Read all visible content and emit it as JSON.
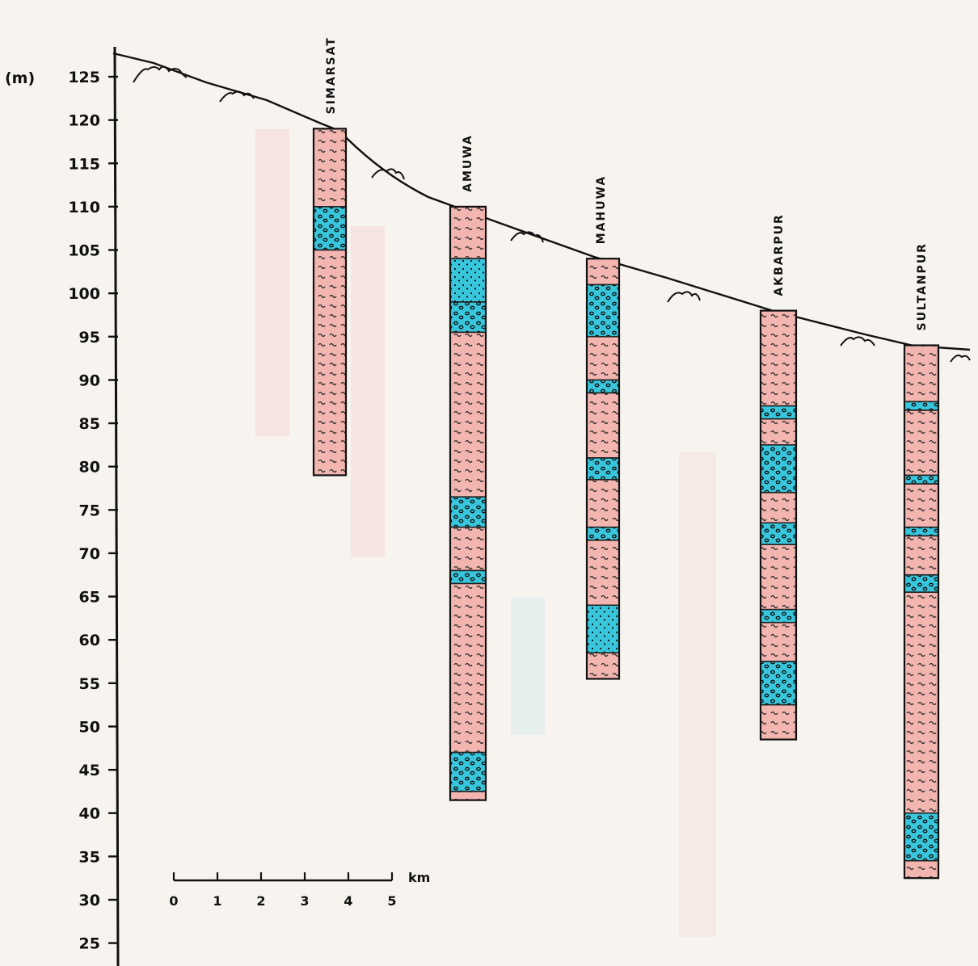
{
  "y_axis": {
    "unit": "(m)",
    "ticks": [
      125,
      120,
      115,
      110,
      105,
      100,
      95,
      90,
      85,
      80,
      75,
      70,
      65,
      60,
      55,
      50,
      45,
      40,
      35,
      30,
      25
    ]
  },
  "colors": {
    "clay": "#f2b5b0",
    "sand": "#38c6dc",
    "outline": "#222222",
    "background": "#f7f4ef"
  },
  "wells": [
    {
      "name": "SIMARSAT",
      "layers": [
        {
          "from": 119,
          "to": 110,
          "type": "clay"
        },
        {
          "from": 110,
          "to": 105,
          "type": "gravel"
        },
        {
          "from": 105,
          "to": 79,
          "type": "clay"
        }
      ]
    },
    {
      "name": "AMUWA",
      "layers": [
        {
          "from": 110,
          "to": 104,
          "type": "clay"
        },
        {
          "from": 104,
          "to": 99,
          "type": "sand"
        },
        {
          "from": 99,
          "to": 95.5,
          "type": "gravel"
        },
        {
          "from": 95.5,
          "to": 76.5,
          "type": "clay"
        },
        {
          "from": 76.5,
          "to": 73,
          "type": "gravel"
        },
        {
          "from": 73,
          "to": 68,
          "type": "clay"
        },
        {
          "from": 68,
          "to": 66.5,
          "type": "gravel"
        },
        {
          "from": 66.5,
          "to": 47,
          "type": "clay"
        },
        {
          "from": 47,
          "to": 42.5,
          "type": "gravel"
        },
        {
          "from": 42.5,
          "to": 41.5,
          "type": "clay"
        }
      ]
    },
    {
      "name": "MAHUWA",
      "layers": [
        {
          "from": 104,
          "to": 101,
          "type": "clay"
        },
        {
          "from": 101,
          "to": 95,
          "type": "gravel"
        },
        {
          "from": 95,
          "to": 90,
          "type": "clay"
        },
        {
          "from": 90,
          "to": 88.5,
          "type": "gravel"
        },
        {
          "from": 88.5,
          "to": 81,
          "type": "clay"
        },
        {
          "from": 81,
          "to": 78.5,
          "type": "gravel"
        },
        {
          "from": 78.5,
          "to": 73,
          "type": "clay"
        },
        {
          "from": 73,
          "to": 71.5,
          "type": "gravel"
        },
        {
          "from": 71.5,
          "to": 64,
          "type": "clay"
        },
        {
          "from": 64,
          "to": 58.5,
          "type": "sand"
        },
        {
          "from": 58.5,
          "to": 55.5,
          "type": "clay"
        }
      ]
    },
    {
      "name": "AKBARPUR",
      "layers": [
        {
          "from": 98,
          "to": 87,
          "type": "clay"
        },
        {
          "from": 87,
          "to": 85.5,
          "type": "gravel"
        },
        {
          "from": 85.5,
          "to": 82.5,
          "type": "clay"
        },
        {
          "from": 82.5,
          "to": 77,
          "type": "gravel"
        },
        {
          "from": 77,
          "to": 73.5,
          "type": "clay"
        },
        {
          "from": 73.5,
          "to": 71,
          "type": "gravel"
        },
        {
          "from": 71,
          "to": 63.5,
          "type": "clay"
        },
        {
          "from": 63.5,
          "to": 62,
          "type": "gravel"
        },
        {
          "from": 62,
          "to": 57.5,
          "type": "clay"
        },
        {
          "from": 57.5,
          "to": 52.5,
          "type": "gravel"
        },
        {
          "from": 52.5,
          "to": 48.5,
          "type": "clay"
        }
      ]
    },
    {
      "name": "SULTANPUR",
      "layers": [
        {
          "from": 94,
          "to": 87.5,
          "type": "clay"
        },
        {
          "from": 87.5,
          "to": 86.5,
          "type": "gravel"
        },
        {
          "from": 86.5,
          "to": 79,
          "type": "clay"
        },
        {
          "from": 79,
          "to": 78,
          "type": "gravel"
        },
        {
          "from": 78,
          "to": 73,
          "type": "clay"
        },
        {
          "from": 73,
          "to": 72,
          "type": "gravel"
        },
        {
          "from": 72,
          "to": 67.5,
          "type": "clay"
        },
        {
          "from": 67.5,
          "to": 65.5,
          "type": "gravel"
        },
        {
          "from": 65.5,
          "to": 40,
          "type": "clay"
        },
        {
          "from": 40,
          "to": 34.5,
          "type": "gravel"
        },
        {
          "from": 34.5,
          "to": 32.5,
          "type": "clay"
        }
      ]
    }
  ],
  "scale_bar": {
    "unit": "km",
    "labels": [
      "0",
      "1",
      "2",
      "3",
      "4",
      "5"
    ]
  }
}
